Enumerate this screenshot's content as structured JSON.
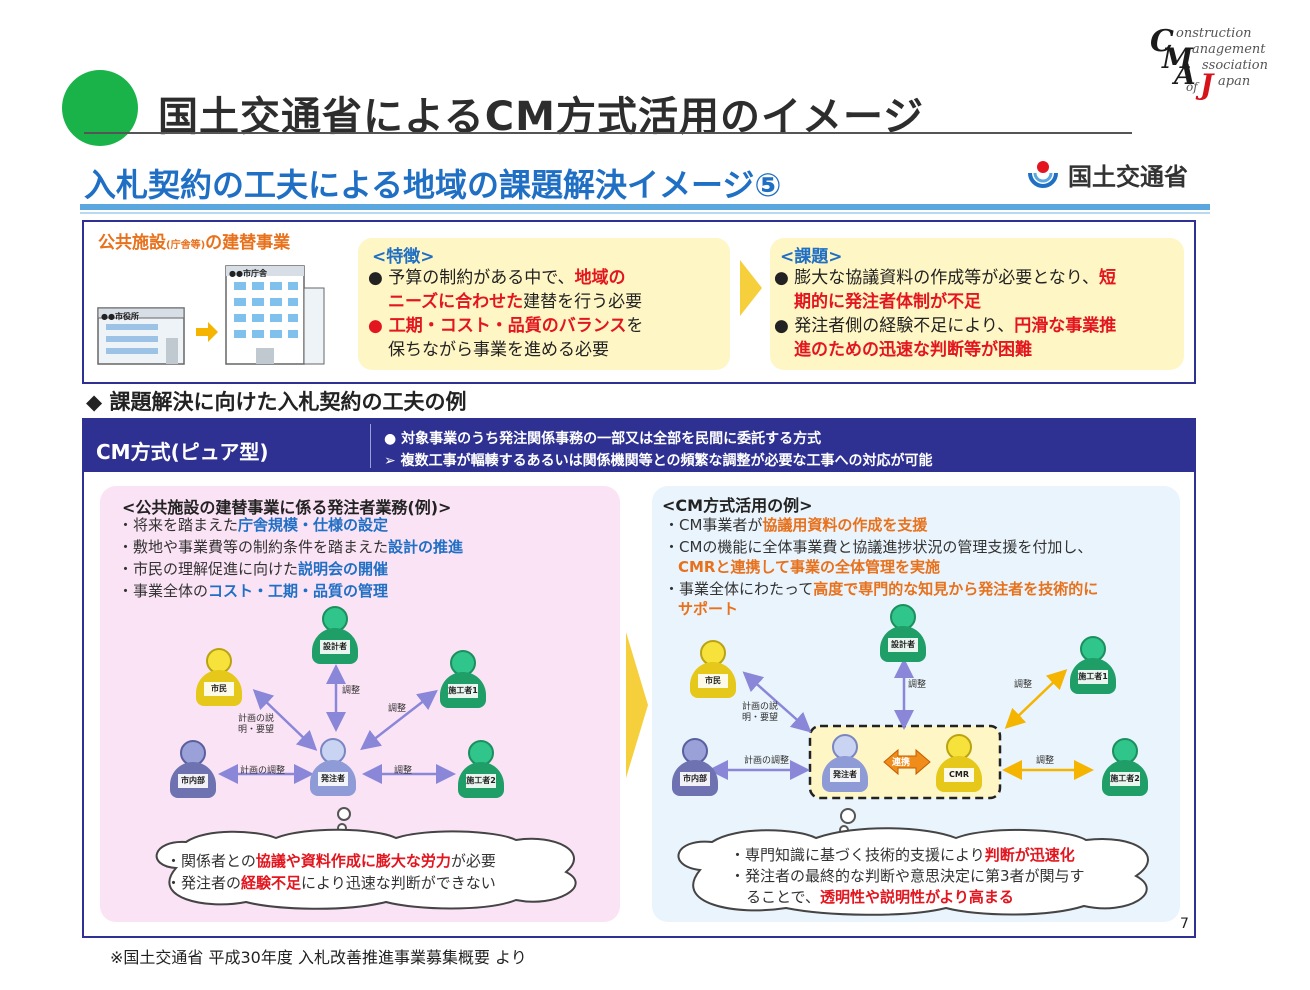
{
  "header": {
    "title": "国土交通省によるCM方式活用のイメージ",
    "logo": {
      "c": "C",
      "m": "M",
      "a": "A",
      "of": "of",
      "j": "J",
      "onstruction": "onstruction",
      "anagement": "anagement",
      "ssociation": "ssociation",
      "apan": "apan"
    }
  },
  "slide": {
    "subtitle": "入札契約の工夫による地域の課題解決イメージ⑤",
    "ministry": "国土交通省",
    "project": {
      "title_a": "公共施設",
      "title_small": "(庁舎等)",
      "title_b": "の建替事業",
      "building_small_label": "●●市役所",
      "building_big_label": "●●市庁舎"
    },
    "features": {
      "title": "<特徴>",
      "line1a": "● 予算の制約がある中で、",
      "line1b": "地域の",
      "line2a": "ニーズに合わせた",
      "line2b": "建替を行う必要",
      "line3a": "● 工期・コスト・品質のバランス",
      "line3b": "を",
      "line4": "保ちながら事業を進める必要"
    },
    "issues": {
      "title": "<課題>",
      "line1a": "● 膨大な協議資料の作成等が必要となり、",
      "line1b": "短",
      "line2": "期的に発注者体制が不足",
      "line3a": "● 発注者側の経験不足により、",
      "line3b": "円滑な事業推",
      "line4": "進のための迅速な判断等が困難"
    },
    "section_heading": "◆ 課題解決に向けた入札契約の工夫の例",
    "cm": {
      "label": "CM方式(ピュア型)",
      "desc1": "● 対象事業のうち発注関係事務の一部又は全部を民間に委託する方式",
      "desc2": "➢ 複数工事が輻輳するあるいは関係機関等との頻繁な調整が必要な工事への対応が可能"
    },
    "left_panel": {
      "title": "<公共施設の建替事業に係る発注者業務(例)>",
      "l1a": "・将来を踏まえた",
      "l1b": "庁舎規模・仕様の設定",
      "l2a": "・敷地や事業費等の制約条件を踏まえた",
      "l2b": "設計の推進",
      "l3a": "・市民の理解促進に向けた",
      "l3b": "説明会の開催",
      "l4a": "・事業全体の",
      "l4b": "コスト・工期・品質の管理",
      "people": {
        "designer": "設計者",
        "citizen": "市民",
        "contractor1": "施工者1",
        "internal": "市内部",
        "owner": "発注者",
        "contractor2": "施工者2"
      },
      "edges": {
        "plan_explain": "計画の説明・要望",
        "adjust_designer": "調整",
        "adjust_c1": "調整",
        "plan_adjust": "計画の調整",
        "adjust_c2": "調整"
      },
      "cloud1a": "・関係者との",
      "cloud1b": "協議や資料作成に膨大な労力",
      "cloud1c": "が必要",
      "cloud2a": "・発注者の",
      "cloud2b": "経験不足",
      "cloud2c": "により迅速な判断ができない"
    },
    "right_panel": {
      "title": "<CM方式活用の例>",
      "l1a": "・CM事業者が",
      "l1b": "協議用資料の作成を支援",
      "l2": "・CMの機能に全体事業費と協議進捗状況の管理支援を付加し、",
      "l3": "CMRと連携して事業の全体管理を実施",
      "l4a": "・事業全体にわたって",
      "l4b": "高度で専門的な知見から発注者を技術的に",
      "l5": "サポート",
      "people": {
        "designer": "設計者",
        "citizen": "市民",
        "contractor1": "施工者1",
        "internal": "市内部",
        "owner": "発注者",
        "cmr": "CMR",
        "contractor2": "施工者2"
      },
      "edges": {
        "plan_explain": "計画の説明・要望",
        "adjust_designer": "調整",
        "adjust_c1": "調整",
        "plan_adjust": "計画の調整",
        "adjust_c2": "調整",
        "link": "連携"
      },
      "cloud1a": "・専門知識に基づく技術的支援により",
      "cloud1b": "判断が迅速化",
      "cloud2": "・発注者の最終的な判断や意思決定に第3者が関与す",
      "cloud3a": "ることで、",
      "cloud3b": "透明性や説明性がより高まる"
    },
    "page_number": "7"
  },
  "footnote": "※国土交通省 平成30年度 入札改善推進事業募集概要 より",
  "colors": {
    "green": "#19b34a",
    "navy": "#2e3192",
    "blue": "#1f6fc4",
    "red": "#e3161f",
    "orange": "#e8711c",
    "pink": "#fbe3f6",
    "lightblue": "#eaf4fc",
    "yellow": "#fff6c5"
  }
}
